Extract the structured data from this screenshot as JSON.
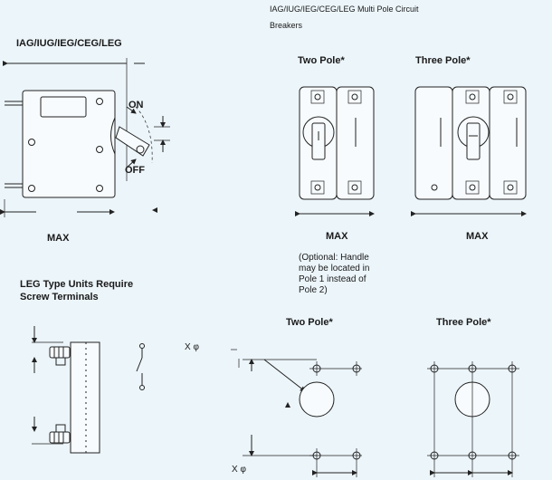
{
  "header": {
    "line1": "IAG/IUG/IEG/CEG/LEG Multi Pole Circuit",
    "line2": "Breakers"
  },
  "side_view": {
    "title": "IAG/IUG/IEG/CEG/LEG",
    "on_label": "ON",
    "off_label": "OFF",
    "max_label": "MAX"
  },
  "two_pole_top": {
    "title": "Two Pole*",
    "max_label": "MAX"
  },
  "three_pole_top": {
    "title": "Three Pole*",
    "max_label": "MAX"
  },
  "note": {
    "line1": "(Optional: Handle",
    "line2": "may be located in",
    "line3": "Pole 1 instead of",
    "line4": "Pole 2)"
  },
  "leg_section": {
    "line1": "LEG Type Units Require",
    "line2": "Screw Terminals"
  },
  "two_pole_panel": {
    "title": "Two Pole*",
    "dim_top": "X  φ",
    "dim_bottom": "X   φ"
  },
  "three_pole_panel": {
    "title": "Three Pole*"
  }
}
